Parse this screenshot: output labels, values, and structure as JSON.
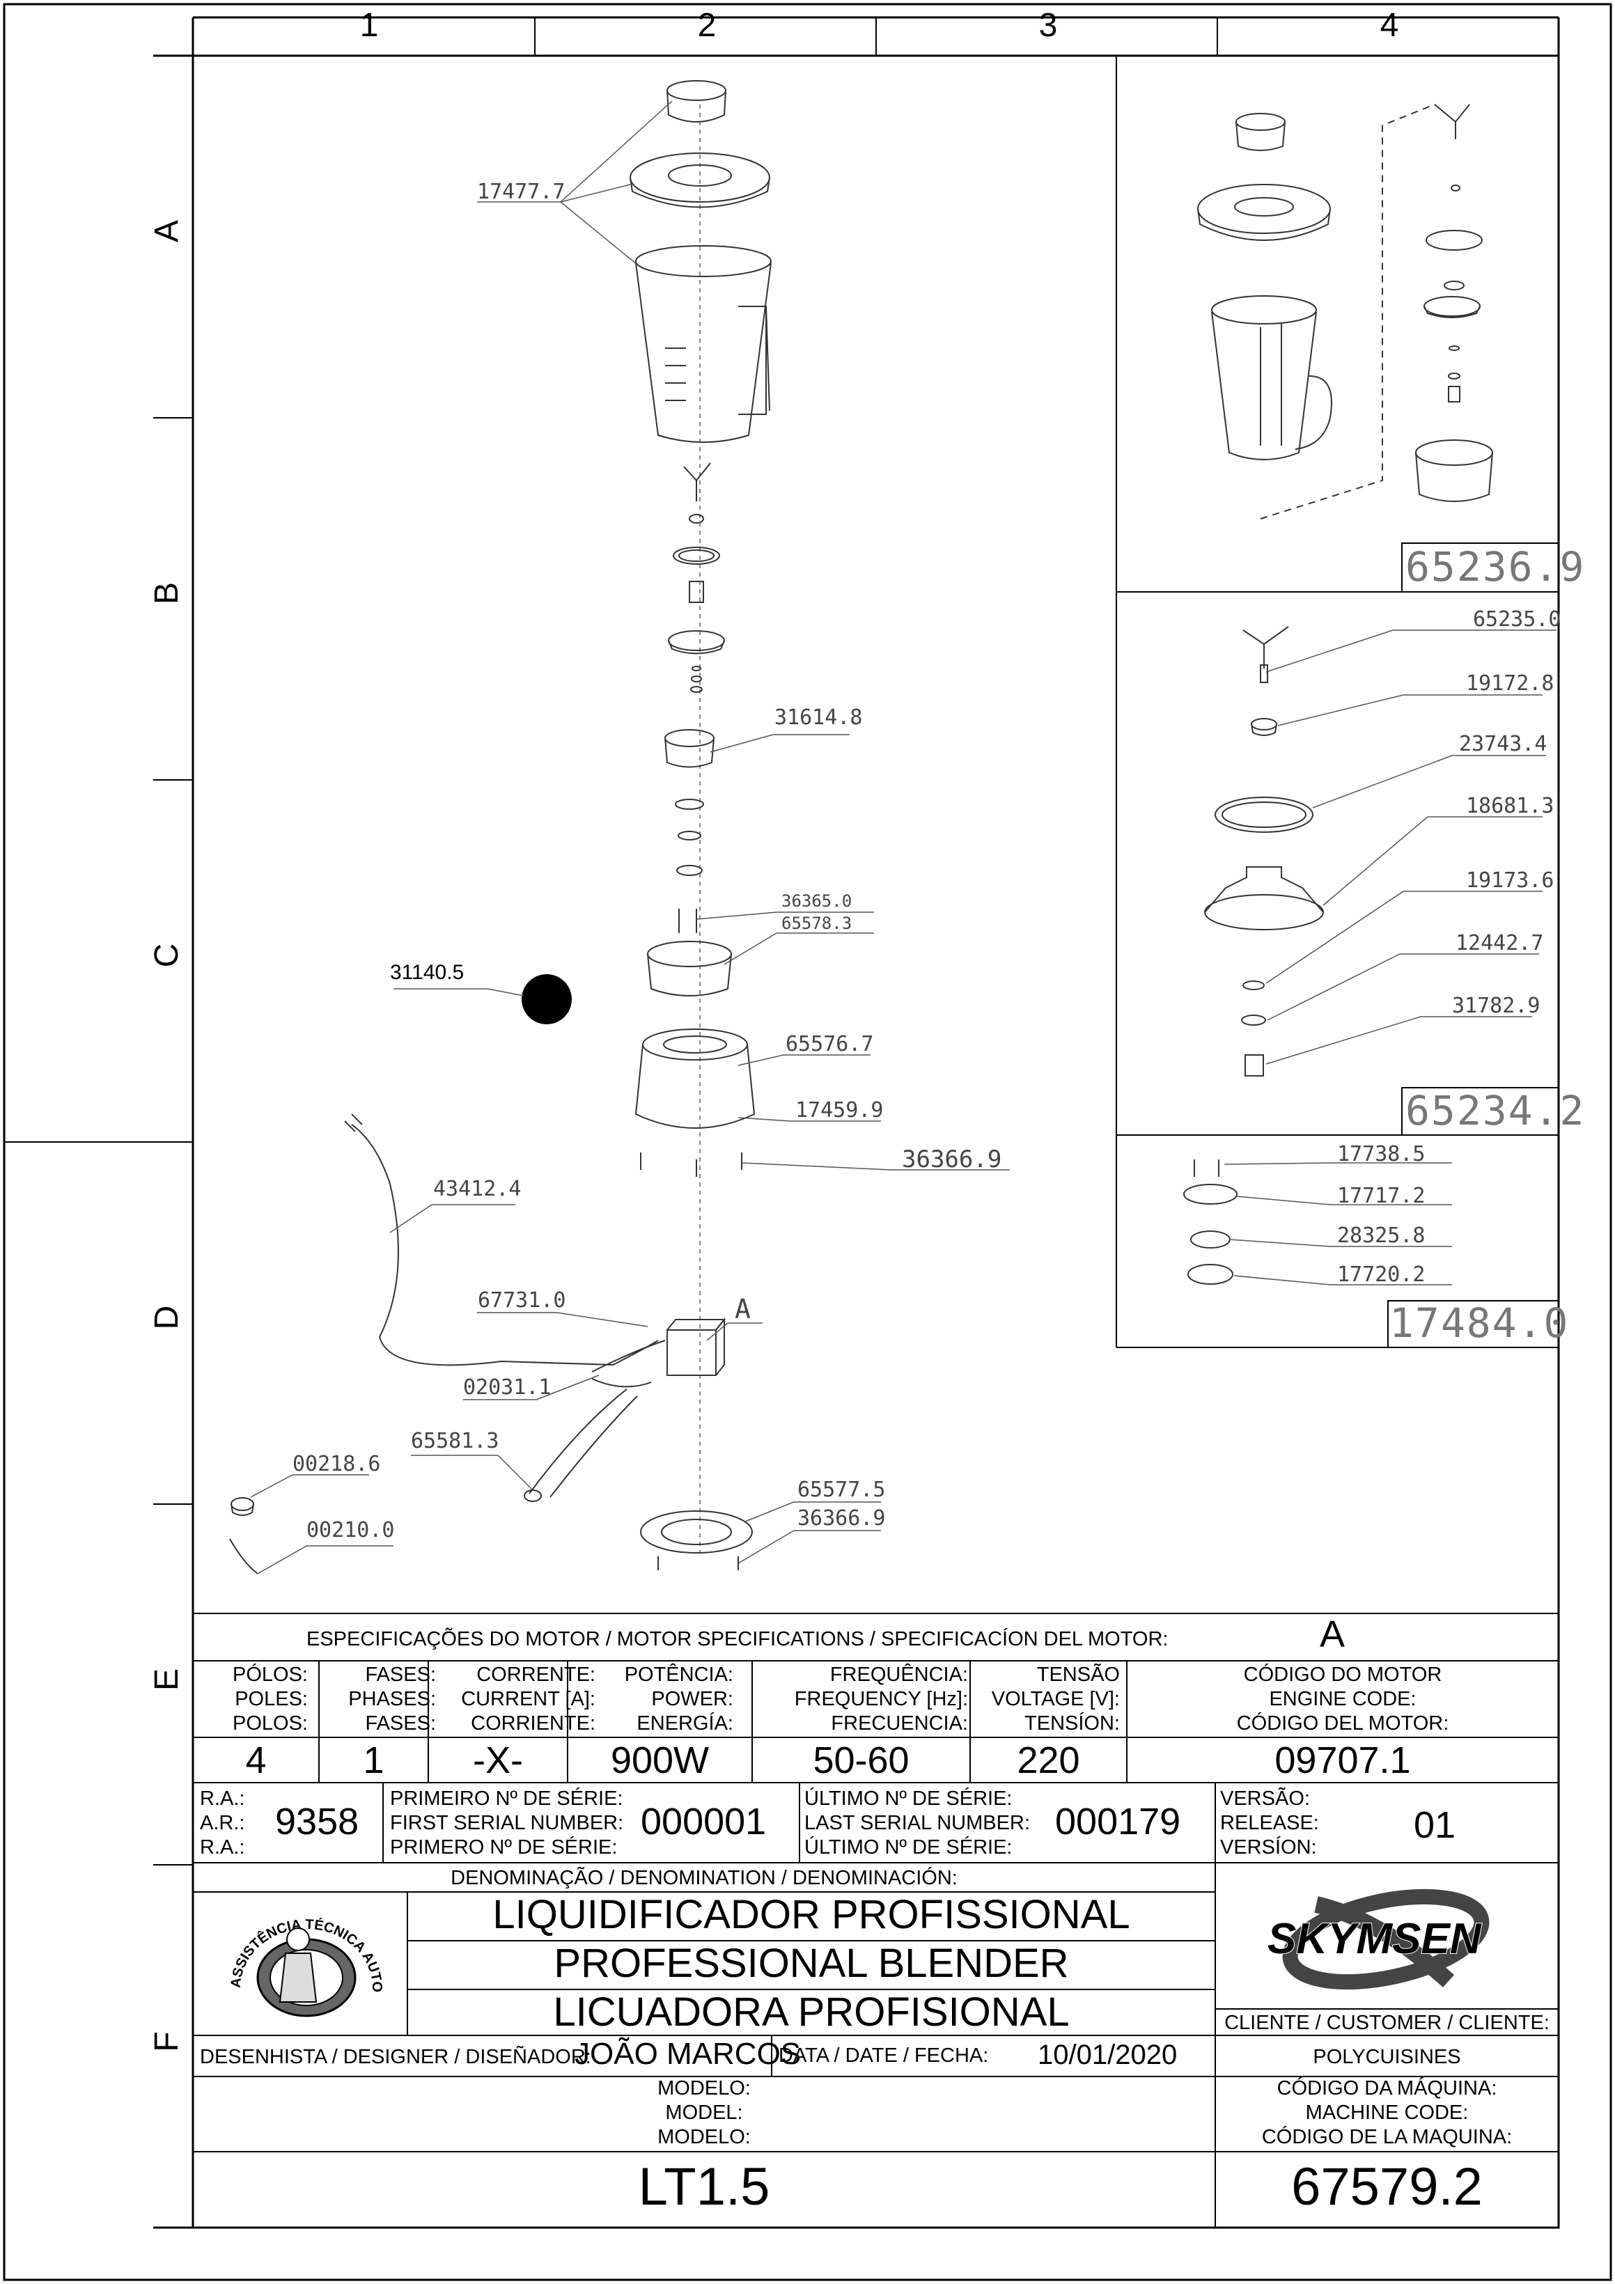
{
  "grid": {
    "columns": [
      "1",
      "2",
      "3",
      "4"
    ],
    "rows": [
      "A",
      "B",
      "C",
      "D",
      "E",
      "F"
    ]
  },
  "part_labels": {
    "p17477": "17477.7",
    "p31614": "31614.8",
    "p36365": "36365.0",
    "p65578": "65578.3",
    "p31140": "31140.5",
    "p65576": "65576.7",
    "p17459": "17459.9",
    "p36366a": "36366.9",
    "p43412": "43412.4",
    "p67731": "67731.0",
    "pA": "A",
    "p02031": "02031.1",
    "p65581": "65581.3",
    "p00218": "00218.6",
    "p00210": "00210.0",
    "p65577": "65577.5",
    "p36366b": "36366.9"
  },
  "kits": {
    "k65236": "65236.9",
    "k65234": "65234.2",
    "k17484": "17484.0"
  },
  "kit2_labels": [
    "65235.0",
    "19172.8",
    "23743.4",
    "18681.3",
    "19173.6",
    "12442.7",
    "31782.9"
  ],
  "kit3_labels": [
    "17738.5",
    "17717.2",
    "28325.8",
    "17720.2"
  ],
  "specs": {
    "header": "ESPECIFICAÇÕES DO MOTOR / MOTOR SPECIFICATIONS / SPECIFICACÍON DEL MOTOR:",
    "motor_letter": "A",
    "poles": {
      "label": "PÓLOS:\nPOLES:\nPOLOS:",
      "value": "4"
    },
    "phases": {
      "label": "FASES:\nPHASES:\nFASES:",
      "value": "1"
    },
    "current": {
      "label": "CORRENTE:\nCURRENT [A]:\nCORRIENTE:",
      "value": "-X-"
    },
    "power": {
      "label": "POTÊNCIA:\nPOWER:\nENERGÍA:",
      "value": "900W"
    },
    "frequency": {
      "label": "FREQUÊNCIA:\nFREQUENCY [Hz]:\nFRECUENCIA:",
      "value": "50-60"
    },
    "voltage": {
      "label": "TENSÃO\nVOLTAGE [V]:\nTENSÍON:",
      "value": "220"
    },
    "engine_code": {
      "label": "CÓDIGO DO MOTOR\nENGINE CODE:\nCÓDIGO DEL MOTOR:",
      "value": "09707.1"
    }
  },
  "serial": {
    "ra_label": "R.A.:\nA.R.:\nR.A.:",
    "ra_value": "9358",
    "first_label": "PRIMEIRO Nº DE SÉRIE:\nFIRST SERIAL NUMBER:\nPRIMERO Nº DE SÉRIE:",
    "first_value": "000001",
    "last_label": "ÚLTIMO Nº DE SÉRIE:\nLAST SERIAL NUMBER:\nÚLTIMO Nº DE SÉRIE:",
    "last_value": "000179",
    "version_label": "VERSÃO:\nRELEASE:\nVERSÍON:",
    "version_value": "01"
  },
  "title_block": {
    "denomination_label": "DENOMINAÇÃO / DENOMINATION / DENOMINACIÓN:",
    "name_pt": "LIQUIDIFICADOR PROFISSIONAL",
    "name_en": "PROFESSIONAL BLENDER",
    "name_es": "LICUADORA PROFISIONAL",
    "seal_text": "ASSISTÊNCIA TÉCNICA AUTORIZADA",
    "brand": "SKYMSEN",
    "client_label": "CLIENTE / CUSTOMER / CLIENTE:",
    "client_value": "POLYCUISINES",
    "designer_label": "DESENHISTA / DESIGNER / DISEÑADOR:",
    "designer_value": "JOÃO MARCOS",
    "date_label": "DATA / DATE / FECHA:",
    "date_value": "10/01/2020",
    "model_label": "MODELO:\nMODEL:\nMODELO:",
    "model_value": "LT1.5",
    "machine_code_label": "CÓDIGO DA MÁQUINA:\nMACHINE CODE:\nCÓDIGO DE LA MAQUINA:",
    "machine_code_value": "67579.2"
  }
}
